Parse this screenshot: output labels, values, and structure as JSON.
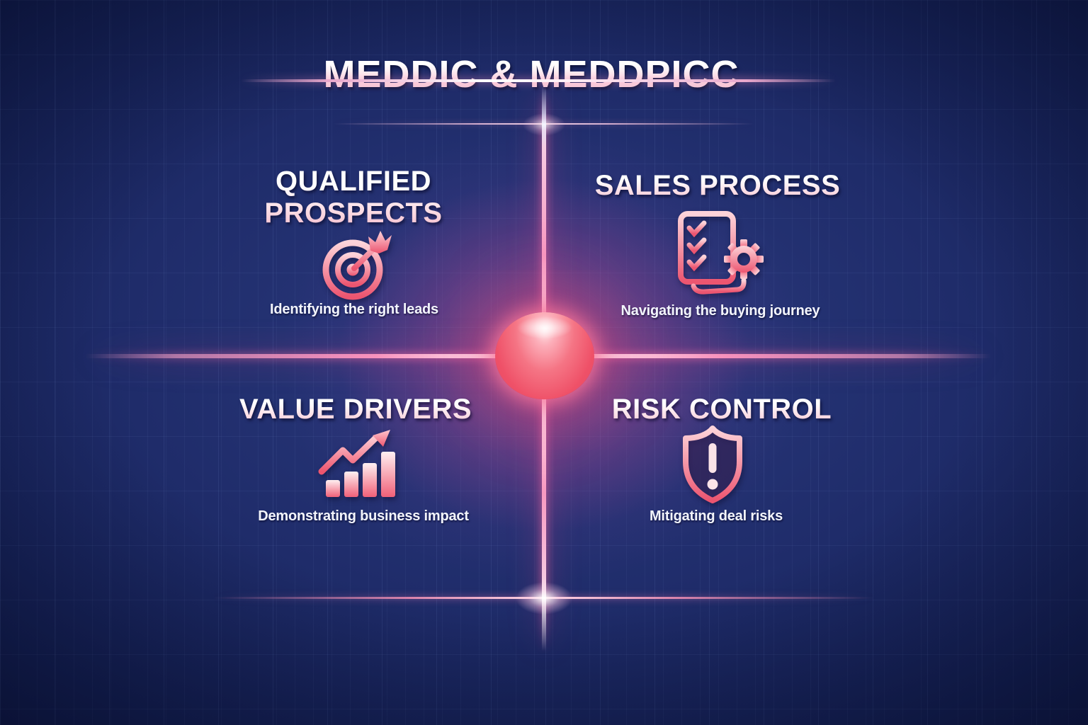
{
  "title": "MEDDIC & MEDDPICC",
  "quadrants": [
    {
      "id": "qualified-prospects",
      "title": "QUALIFIED PROSPECTS",
      "subtitle": "Identifying the right leads",
      "icon": "target-icon"
    },
    {
      "id": "sales-process",
      "title": "SALES PROCESS",
      "subtitle": "Navigating the buying journey",
      "icon": "checklist-gear-icon"
    },
    {
      "id": "value-drivers",
      "title": "VALUE DRIVERS",
      "subtitle": "Demonstrating business impact",
      "icon": "bar-chart-growth-icon"
    },
    {
      "id": "risk-control",
      "title": "RISK CONTROL",
      "subtitle": "Mitigating deal risks",
      "icon": "shield-alert-icon"
    }
  ],
  "colors": {
    "background_navy": "#16235c",
    "accent_pink": "#f2688a",
    "glow_magenta": "#e9548a",
    "icon_gradient_top": "#fdd3d9",
    "icon_gradient_bottom": "#ec5570",
    "heading_text_top": "#ffffff",
    "heading_text_bottom": "#f3bccd"
  }
}
